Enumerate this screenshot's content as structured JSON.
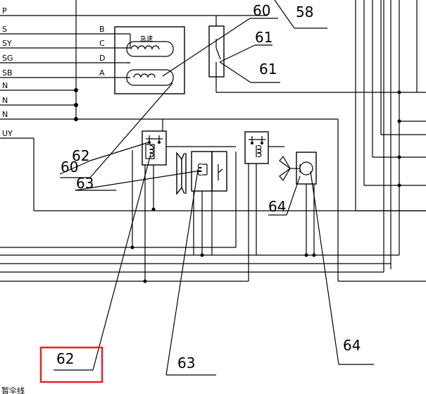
{
  "left_labels": [
    "P",
    "S",
    "SY",
    "SG",
    "SB",
    "N",
    "N",
    "N",
    "UY"
  ],
  "terminal_labels": [
    "B",
    "C",
    "D",
    "A"
  ],
  "coil_caption": "急速",
  "callouts": {
    "top_58": "58",
    "top_60": "60",
    "top_61": "61",
    "right_61": "61",
    "mid_62": "62",
    "mid_60": "60",
    "mid_63": "63",
    "fan_64": "64",
    "bottom_62": "62",
    "bottom_63": "63",
    "bottom_64": "64"
  },
  "corner_text": "暂伞线",
  "colors": {
    "ink": "#000000",
    "highlight": "#e0252b",
    "background": "#ffffff"
  }
}
